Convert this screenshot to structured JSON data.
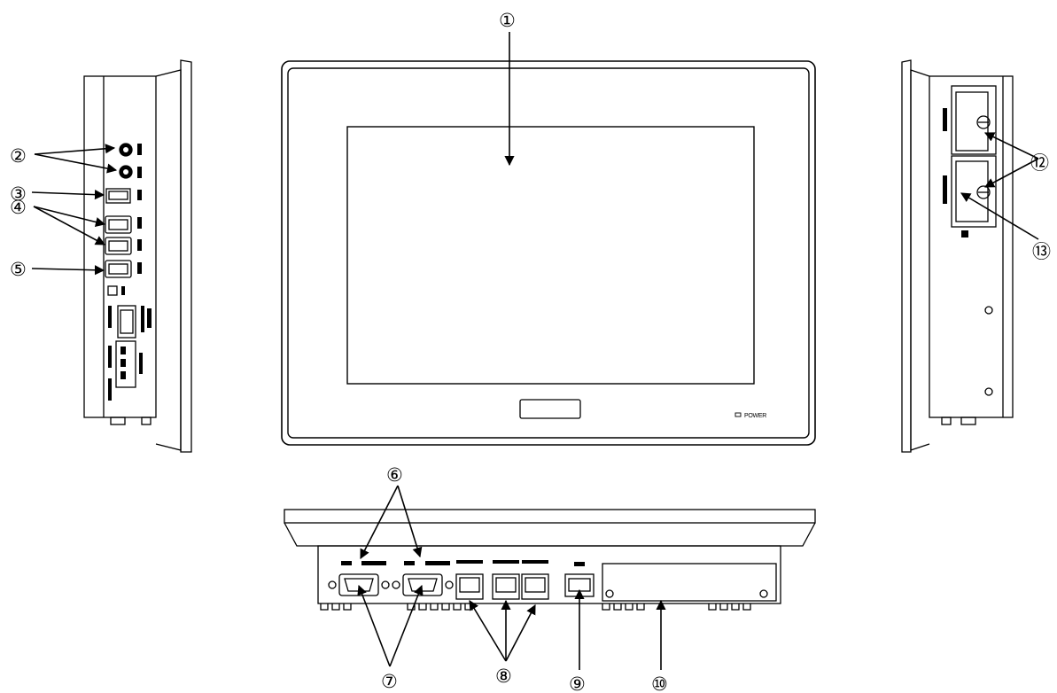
{
  "callouts": {
    "c1": "①",
    "c2": "②",
    "c3": "③",
    "c4": "④",
    "c5": "⑤",
    "c6": "⑥",
    "c7": "⑦",
    "c8": "⑧",
    "c9": "⑨",
    "c10": "⑩",
    "c12": "⑫",
    "c13": "⑬"
  },
  "front_panel": {
    "power_label": "POWER"
  },
  "colors": {
    "line": "#000000",
    "background": "#ffffff"
  }
}
